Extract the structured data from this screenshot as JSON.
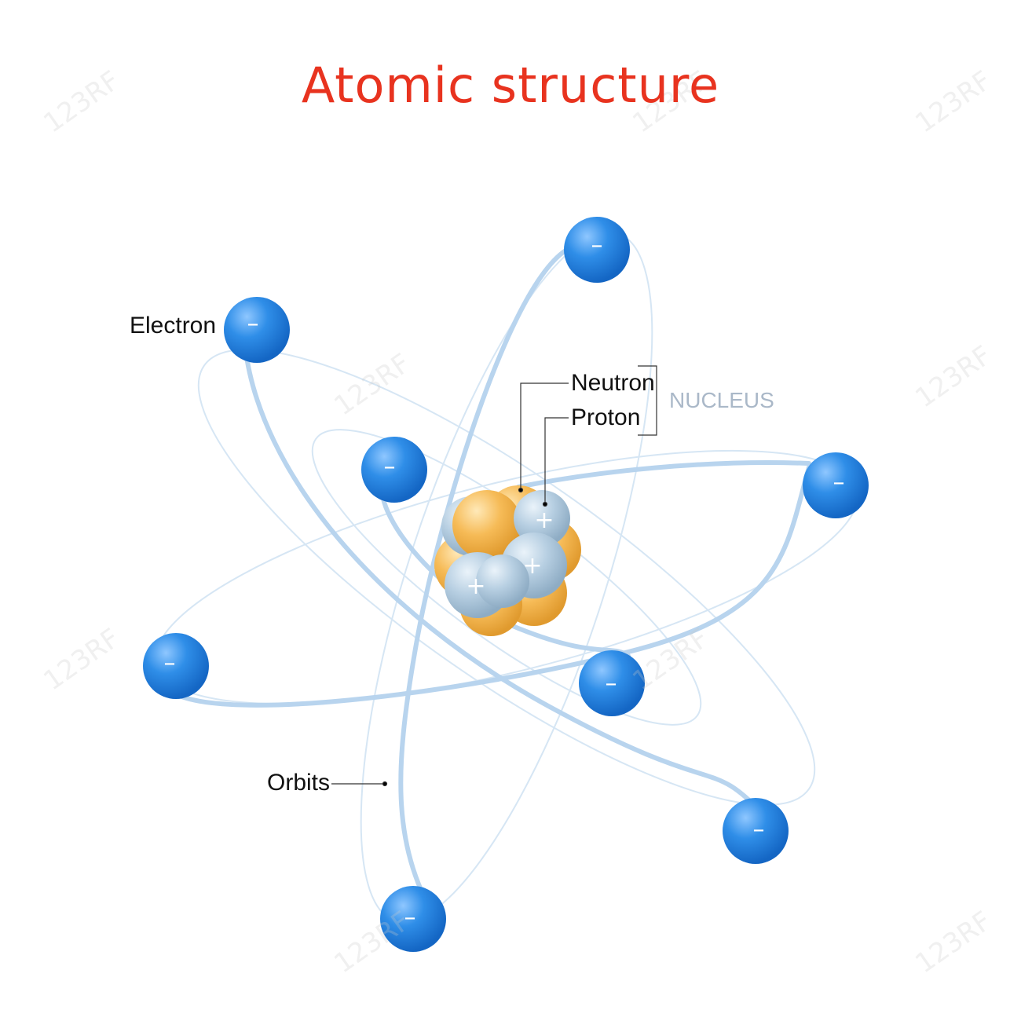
{
  "title": "Atomic structure",
  "labels": {
    "electron": "Electron",
    "neutron": "Neutron",
    "proton": "Proton",
    "nucleus": "NUCLEUS",
    "orbits": "Orbits"
  },
  "symbols": {
    "electron_charge": "–",
    "proton_charge": "+"
  },
  "watermark": "123RF",
  "colors": {
    "title": "#e8331f",
    "electron": "#2a86e0",
    "neutron": "#f2b04a",
    "proton": "#b3cde0",
    "orbit": "#b8d4ee",
    "nucleus_label": "#aab8c8"
  },
  "counts": {
    "electrons": 8,
    "protons_visible": 3
  }
}
